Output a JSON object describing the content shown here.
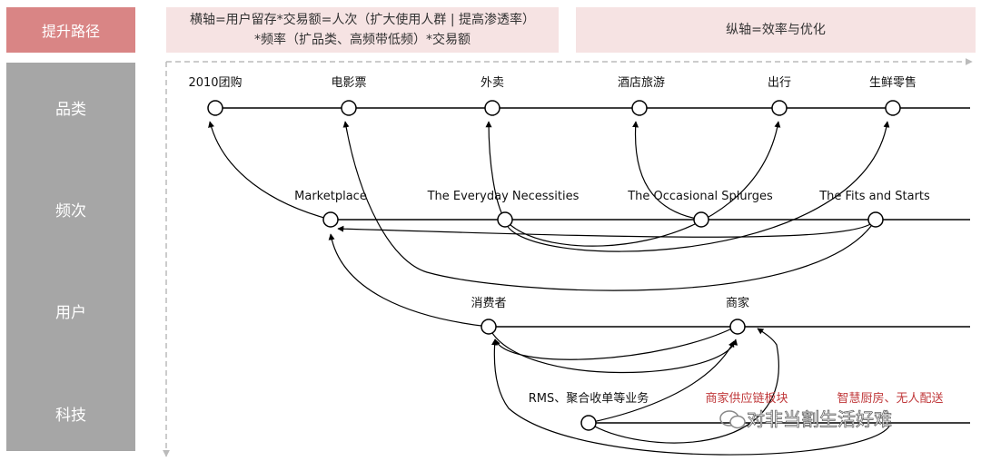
{
  "header": {
    "label": "提升路径",
    "x_axis_line1": "横轴=用户留存*交易额=人次（扩大使用人群 | 提高渗透率）",
    "x_axis_line2": "*频率（扩品类、高频带低频）*交易额",
    "y_axis": "纵轴=效率与优化"
  },
  "rows": [
    "品类",
    "频次",
    "用户",
    "科技"
  ],
  "nodes": {
    "category": [
      "2010团购",
      "电影票",
      "外卖",
      "酒店旅游",
      "出行",
      "生鲜零售"
    ],
    "frequency": [
      "Marketplace",
      "The Everyday Necessities",
      "The Occasional Splurges",
      "The Fits and Starts"
    ],
    "user": [
      "消费者",
      "商家"
    ],
    "tech": [
      "RMS、聚合收单等业务",
      "商家供应链板块",
      "智慧厨房、无人配送"
    ]
  },
  "watermark": "对非当割生活好难",
  "colors": {
    "header_label_bg": "#d98585",
    "header_box_bg": "#f6e3e3",
    "row_label_bg": "#a6a6a6",
    "red_text": "#c0393b"
  }
}
